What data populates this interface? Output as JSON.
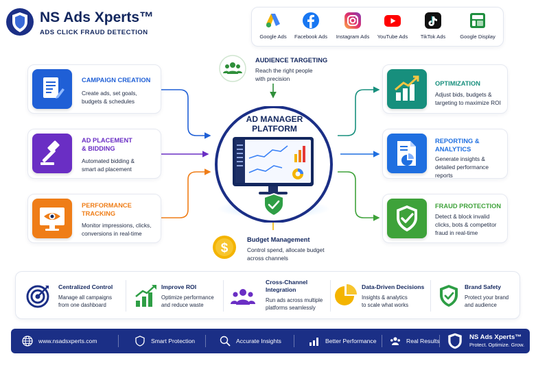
{
  "brand": {
    "name": "NS Ads Xperts™",
    "tagline": "ADS CLICK FRAUD DETECTION"
  },
  "platforms": [
    {
      "label": "Google Ads",
      "icon": "google-ads-icon"
    },
    {
      "label": "Facebook Ads",
      "icon": "facebook-icon"
    },
    {
      "label": "Instagram Ads",
      "icon": "instagram-icon"
    },
    {
      "label": "YouTube Ads",
      "icon": "youtube-icon"
    },
    {
      "label": "TikTok Ads",
      "icon": "tiktok-icon"
    },
    {
      "label": "Google Display",
      "icon": "google-display-icon"
    }
  ],
  "hub": {
    "title_line1": "AD MANAGER",
    "title_line2": "PLATFORM"
  },
  "top_node": {
    "title": "AUDIENCE TARGETING",
    "desc_line1": "Reach the right people",
    "desc_line2": "with precision"
  },
  "bottom_node": {
    "title": "Budget Management",
    "desc_line1": "Control spend, allocate budget",
    "desc_line2": "across channels"
  },
  "left_cards": [
    {
      "title_line1": "CAMPAIGN CREATION",
      "title_line2": "",
      "desc_line1": "Create ads, set goals,",
      "desc_line2": "budgets & schedules",
      "desc_line3": "",
      "color": "#1f5fd6"
    },
    {
      "title_line1": "AD PLACEMENT",
      "title_line2": "& BIDDING",
      "desc_line1": "Automated bidding &",
      "desc_line2": "smart ad placement",
      "desc_line3": "",
      "color": "#6a2ec4"
    },
    {
      "title_line1": "PERFORMANCE",
      "title_line2": "TRACKING",
      "desc_line1": "Monitor impressions, clicks,",
      "desc_line2": "conversions in real-time",
      "desc_line3": "",
      "color": "#ef7d17"
    }
  ],
  "right_cards": [
    {
      "title_line1": "OPTIMIZATION",
      "title_line2": "",
      "desc_line1": "Adjust bids, budgets &",
      "desc_line2": "targeting to maximize ROI",
      "desc_line3": "",
      "color": "#178f7d"
    },
    {
      "title_line1": "REPORTING &",
      "title_line2": "ANALYTICS",
      "desc_line1": "Generate insights &",
      "desc_line2": "detailed performance",
      "desc_line3": "reports",
      "color": "#1f6fe0"
    },
    {
      "title_line1": "FRAUD PROTECTION",
      "title_line2": "",
      "desc_line1": "Detect & block invalid",
      "desc_line2": "clicks, bots & competitor",
      "desc_line3": "fraud in real-time",
      "color": "#3ea23a"
    }
  ],
  "benefits": [
    {
      "title_line1": "Centralized Control",
      "title_line2": "",
      "desc_line1": "Manage all campaigns",
      "desc_line2": "from one dashboard"
    },
    {
      "title_line1": "Improve ROI",
      "title_line2": "",
      "desc_line1": "Optimize performance",
      "desc_line2": "and reduce waste"
    },
    {
      "title_line1": "Cross-Channel",
      "title_line2": "Integration",
      "desc_line1": "Run ads across multiple",
      "desc_line2": "platforms seamlessly"
    },
    {
      "title_line1": "Data-Driven Decisions",
      "title_line2": "",
      "desc_line1": "Insights & analytics",
      "desc_line2": "to scale what works"
    },
    {
      "title_line1": "Brand Safety",
      "title_line2": "",
      "desc_line1": "Protect your brand",
      "desc_line2": "and audience"
    }
  ],
  "footer": {
    "website": "www.nsadsxperts.com",
    "item2": "Smart Protection",
    "item3": "Accurate Insights",
    "item4": "Better Performance",
    "item5": "Real Results",
    "brand": "NS Ads Xperts™",
    "brand_tag": "Protect. Optimize. Grow."
  },
  "colors": {
    "navy": "#13275e",
    "footer_bg": "#1b2f86",
    "green": "#3ea23a",
    "purple": "#6a2ec4",
    "orange": "#ef7d17",
    "blue": "#1f5fd6",
    "teal": "#178f7d",
    "yellow": "#f4b400"
  }
}
